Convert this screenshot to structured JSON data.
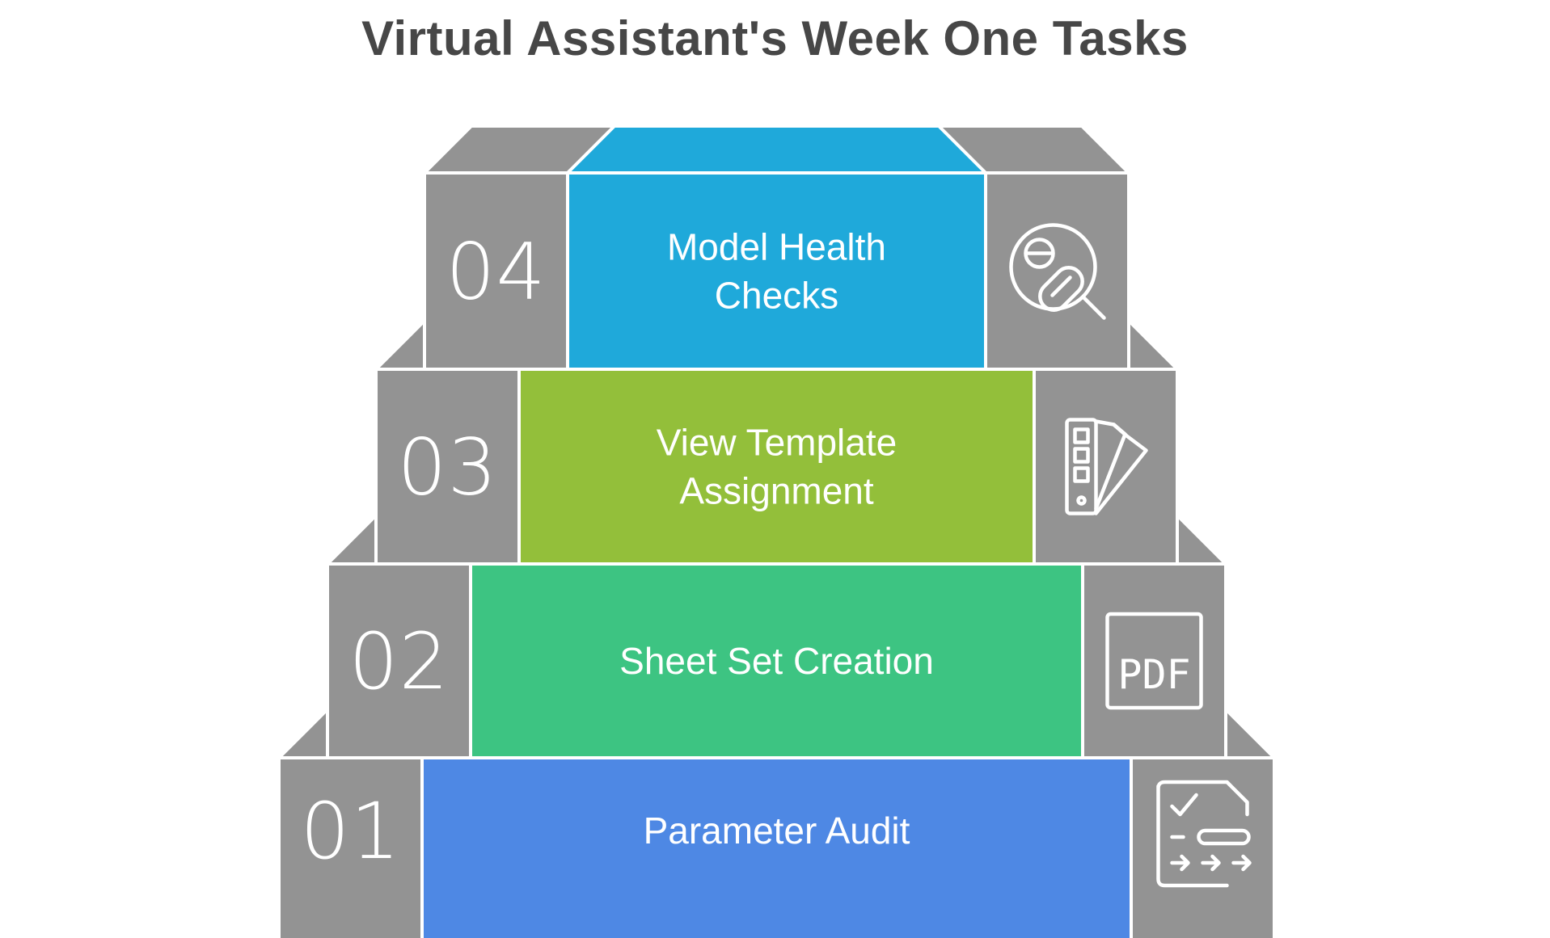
{
  "title": "Virtual Assistant's Week One Tasks",
  "steps": [
    {
      "number": "01",
      "label_lines": [
        "Parameter Audit"
      ],
      "color": "#4E88E4",
      "icon": "checklist-icon"
    },
    {
      "number": "02",
      "label_lines": [
        "Sheet Set Creation"
      ],
      "color": "#3DC482",
      "icon": "pdf-icon"
    },
    {
      "number": "03",
      "label_lines": [
        "View Template",
        "Assignment"
      ],
      "color": "#93BF3A",
      "icon": "color-swatches-icon"
    },
    {
      "number": "04",
      "label_lines": [
        "Model Health",
        "Checks"
      ],
      "color": "#1FA9DA",
      "icon": "pill-inspect-icon"
    }
  ],
  "block_color": "#939393"
}
